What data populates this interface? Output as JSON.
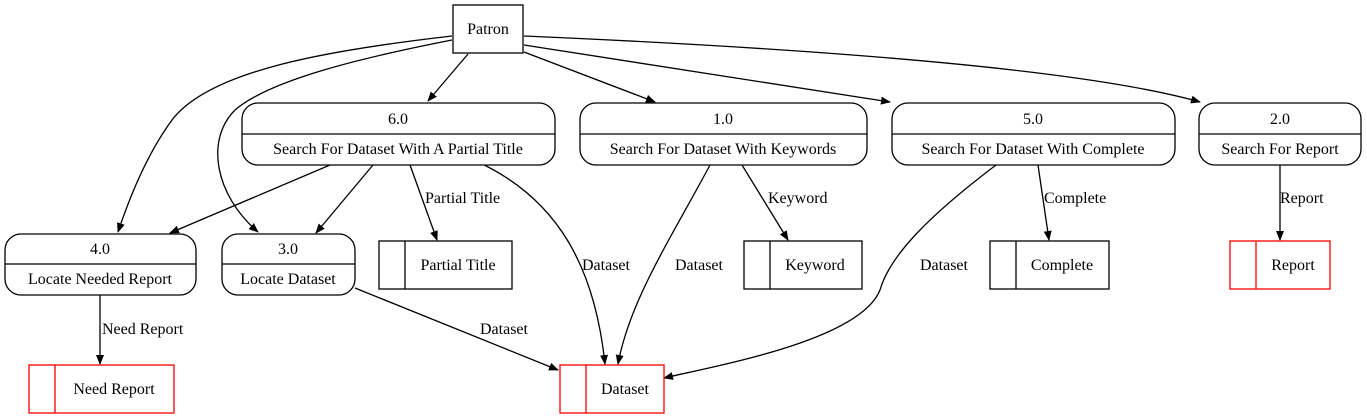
{
  "entity": {
    "label": "Patron"
  },
  "processes": [
    {
      "id": "p6",
      "number": "6.0",
      "name": "Search For Dataset With A Partial Title"
    },
    {
      "id": "p1",
      "number": "1.0",
      "name": "Search For Dataset With Keywords"
    },
    {
      "id": "p5",
      "number": "5.0",
      "name": "Search For Dataset With Complete"
    },
    {
      "id": "p2",
      "number": "2.0",
      "name": "Search For Report"
    },
    {
      "id": "p4",
      "number": "4.0",
      "name": "Locate Needed Report"
    },
    {
      "id": "p3",
      "number": "3.0",
      "name": "Locate Dataset"
    }
  ],
  "stores": [
    {
      "id": "s_partial",
      "label": "Partial Title",
      "outline": "black"
    },
    {
      "id": "s_keyword",
      "label": "Keyword",
      "outline": "black"
    },
    {
      "id": "s_complete",
      "label": "Complete",
      "outline": "black"
    },
    {
      "id": "s_report",
      "label": "Report",
      "outline": "red"
    },
    {
      "id": "s_need",
      "label": "Need Report",
      "outline": "red"
    },
    {
      "id": "s_dataset",
      "label": "Dataset",
      "outline": "red"
    }
  ],
  "flows": [
    {
      "id": "f_pat_p4",
      "label": ""
    },
    {
      "id": "f_pat_p3",
      "label": ""
    },
    {
      "id": "f_pat_p6",
      "label": ""
    },
    {
      "id": "f_pat_p1",
      "label": ""
    },
    {
      "id": "f_pat_p5",
      "label": ""
    },
    {
      "id": "f_pat_p2",
      "label": ""
    },
    {
      "id": "f_p6_p4",
      "label": ""
    },
    {
      "id": "f_p6_p3",
      "label": ""
    },
    {
      "id": "f_p6_partial",
      "label": "Partial Title"
    },
    {
      "id": "f_p6_dataset",
      "label": "Dataset"
    },
    {
      "id": "f_p1_dataset",
      "label": "Dataset"
    },
    {
      "id": "f_p1_keyword",
      "label": "Keyword"
    },
    {
      "id": "f_p5_dataset",
      "label": "Dataset"
    },
    {
      "id": "f_p5_complete",
      "label": "Complete"
    },
    {
      "id": "f_p2_report",
      "label": "Report"
    },
    {
      "id": "f_p4_need",
      "label": "Need Report"
    },
    {
      "id": "f_p3_dataset",
      "label": "Dataset"
    }
  ],
  "colors": {
    "line": "#000000",
    "highlight_store_outline": "#ff0000",
    "background": "#ffffff"
  }
}
